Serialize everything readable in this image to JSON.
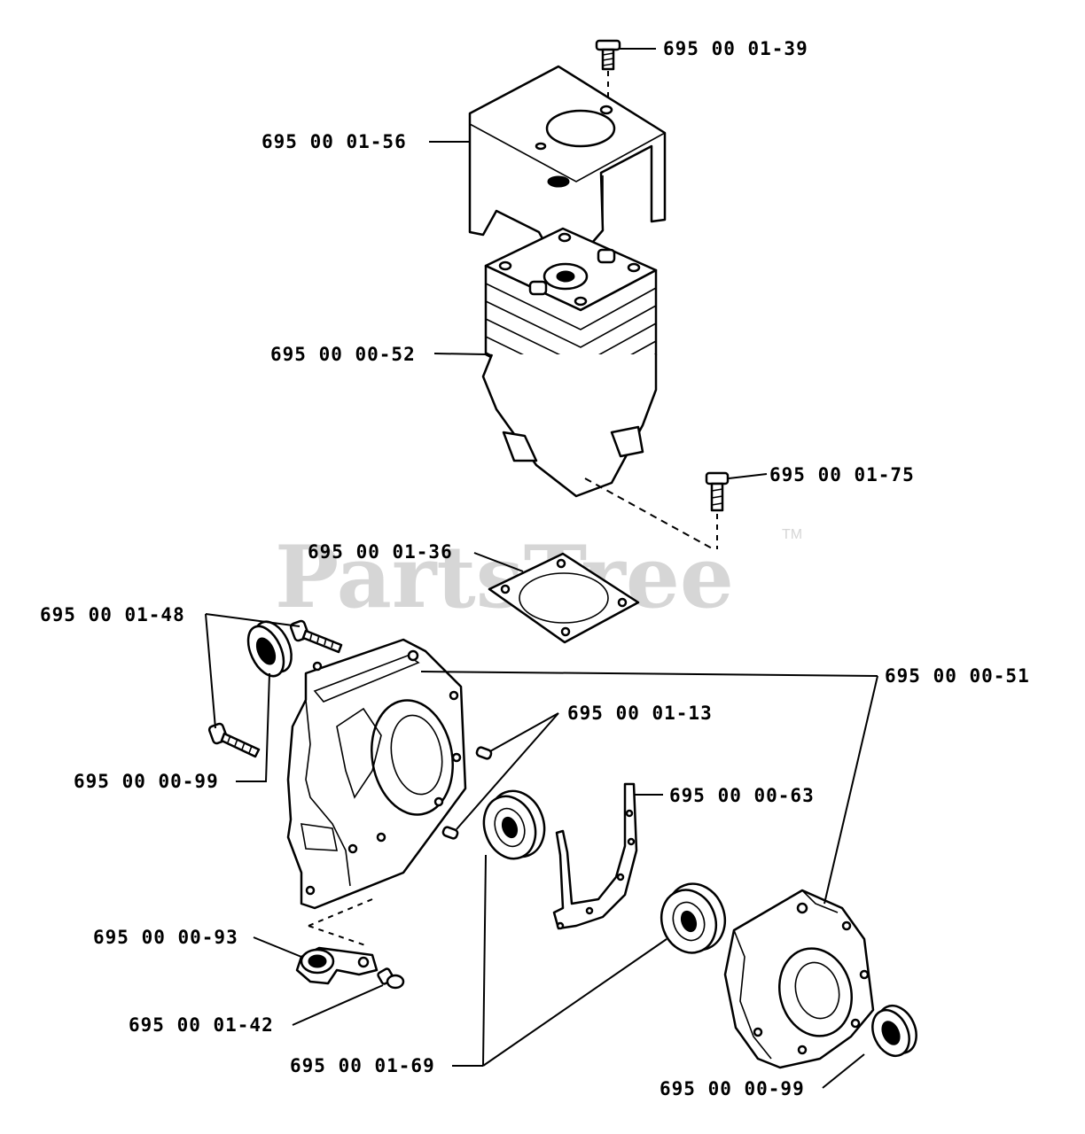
{
  "watermark": {
    "text": "PartsTree",
    "trademark": "TM"
  },
  "labels": [
    "695 00 01-39",
    "695 00 01-56",
    "695 00 00-52",
    "695 00 01-75",
    "695 00 01-36",
    "695 00 01-48",
    "695 00 00-51",
    "695 00 01-13",
    "695 00 00-99",
    "695 00 00-63",
    "695 00 00-93",
    "695 00 01-42",
    "695 00 01-69",
    "695 00 00-99"
  ]
}
